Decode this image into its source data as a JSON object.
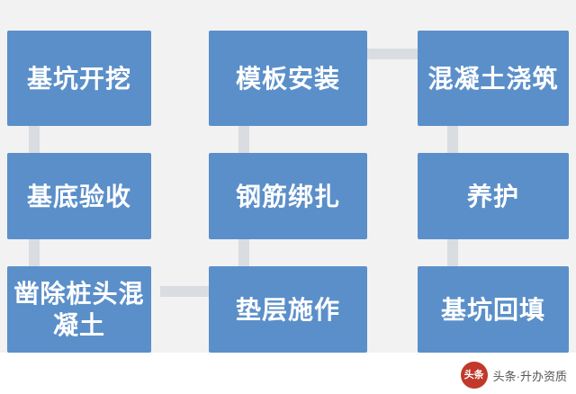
{
  "diagram": {
    "title": "",
    "colors": {
      "node_fill": "#5b8fc9",
      "node_text": "#ffffff",
      "connector": "#d9dde2",
      "background": "#f2f2f2"
    },
    "nodes": [
      {
        "id": "n1",
        "label": "基坑开挖"
      },
      {
        "id": "n2",
        "label": "模板安装"
      },
      {
        "id": "n3",
        "label": "混凝土浇筑"
      },
      {
        "id": "n4",
        "label": "基底验收"
      },
      {
        "id": "n5",
        "label": "钢筋绑扎"
      },
      {
        "id": "n6",
        "label": "养护"
      },
      {
        "id": "n7",
        "label": "凿除桩头混凝土"
      },
      {
        "id": "n8",
        "label": "垫层施作"
      },
      {
        "id": "n9",
        "label": "基坑回填"
      }
    ]
  },
  "watermark": {
    "logo_text": "头条",
    "label": "头条·升办资质"
  }
}
